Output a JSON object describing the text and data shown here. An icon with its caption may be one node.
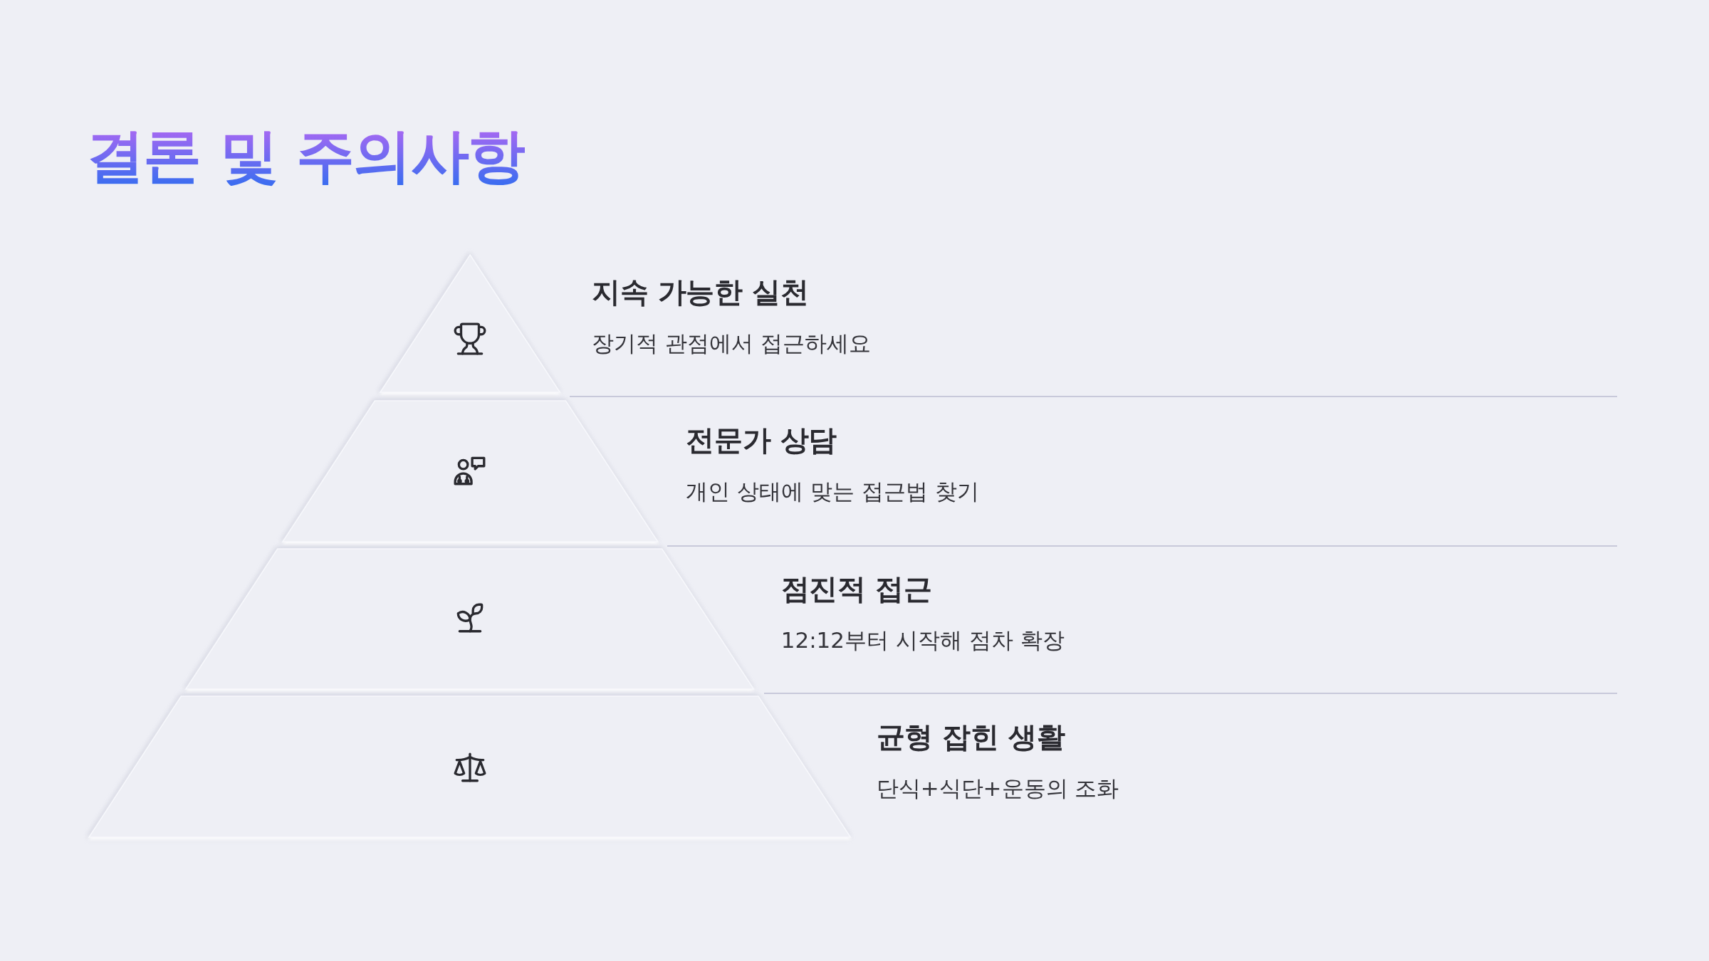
{
  "diagram": {
    "title": "결론 및 주의사항",
    "nodes": [
      {
        "text": [],
        "shape": "triangle",
        "beside": [
          "지속 가능한 실천",
          "장기적 관점에서 접근하세요"
        ]
      },
      {
        "text": [],
        "shape": "trapezoid",
        "beside": [
          "전문가 상담",
          "개인 상태에 맞는 접근법 찾기"
        ]
      },
      {
        "text": [],
        "shape": "trapezoid",
        "beside": [
          "점진적 접근",
          "12:12부터 시작해 점차 확장"
        ]
      },
      {
        "text": [],
        "shape": "trapezoid",
        "beside": [
          "균형 잡힌 생활",
          "단식+식단+운동의 조화"
        ]
      }
    ]
  }
}
